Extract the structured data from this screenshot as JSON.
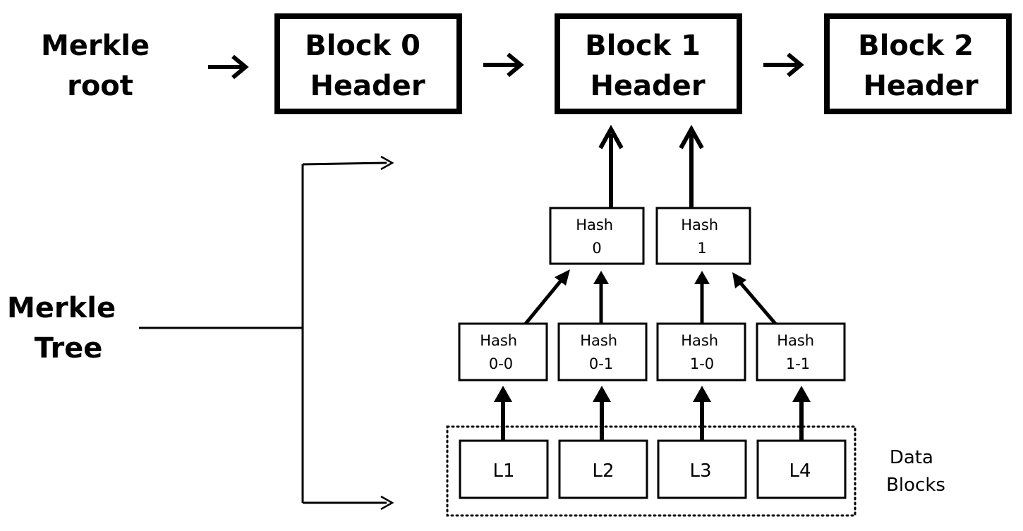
{
  "labels": {
    "merkle_root": [
      "Merkle",
      "root"
    ],
    "merkle_tree": [
      "Merkle",
      "Tree"
    ],
    "data_blocks": [
      "Data",
      "Blocks"
    ]
  },
  "block_headers": [
    {
      "line1": "Block 0",
      "line2": "Header"
    },
    {
      "line1": "Block 1",
      "line2": "Header"
    },
    {
      "line1": "Block 2",
      "line2": "Header"
    }
  ],
  "hashes_top": [
    {
      "line1": "Hash",
      "line2": "0"
    },
    {
      "line1": "Hash",
      "line2": "1"
    }
  ],
  "hashes_mid": [
    {
      "line1": "Hash",
      "line2": "0-0"
    },
    {
      "line1": "Hash",
      "line2": "0-1"
    },
    {
      "line1": "Hash",
      "line2": "1-0"
    },
    {
      "line1": "Hash",
      "line2": "1-1"
    }
  ],
  "leaves": [
    "L1",
    "L2",
    "L3",
    "L4"
  ],
  "colors": {
    "ink": "#000000",
    "background": "#ffffff"
  }
}
